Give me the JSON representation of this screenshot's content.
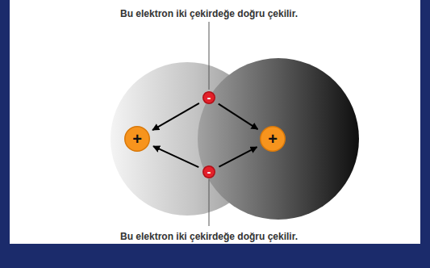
{
  "diagram": {
    "nodes": [
      {
        "text": [
          "-"
        ]
      },
      {
        "text": [
          "+"
        ]
      },
      {
        "text": [
          "+"
        ]
      },
      {
        "text": [
          "-"
        ]
      }
    ],
    "edges": [
      {
        "from": 0,
        "to": 1,
        "arrow": "to"
      },
      {
        "from": 0,
        "to": 2,
        "arrow": "to"
      },
      {
        "from": 3,
        "to": 1,
        "arrow": "to"
      },
      {
        "from": 3,
        "to": 2,
        "arrow": "to"
      }
    ],
    "labels": [
      "Bu elektron iki çekirdeğe doğru çekilir.",
      "Bu elektron iki çekirdeğe doğru çekilir."
    ]
  }
}
